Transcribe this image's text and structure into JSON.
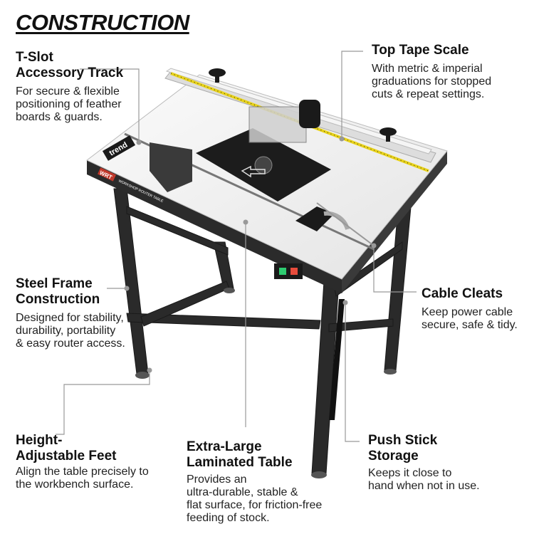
{
  "title": "CONSTRUCTION",
  "product": {
    "brand_logo": "trend",
    "model_badge": "WRT",
    "model_badge_text": "WORKSHOP ROUTER TABLE"
  },
  "callouts": {
    "tslot": {
      "head_1": "T-Slot",
      "head_2": "Accessory Track",
      "body_1": "For secure & flexible",
      "body_2": "positioning of feather",
      "body_3": "boards & guards."
    },
    "tape": {
      "head_1": "Top Tape Scale",
      "body_1": "With metric & imperial",
      "body_2": "graduations for stopped",
      "body_3": "cuts & repeat settings."
    },
    "steel": {
      "head_1": "Steel Frame",
      "head_2": "Construction",
      "body_1": "Designed for stability,",
      "body_2": "durability, portability",
      "body_3": "& easy router access."
    },
    "cable": {
      "head_1": "Cable Cleats",
      "body_1": "Keep power cable",
      "body_2": "secure, safe & tidy."
    },
    "feet": {
      "head_1": "Height-",
      "head_2": "Adjustable Feet",
      "body_1": "Align the table precisely to",
      "body_2": "the workbench surface."
    },
    "table": {
      "head_1": "Extra-Large",
      "head_2": "Laminated Table",
      "body_1": "Provides an",
      "body_2": "ultra-durable, stable &",
      "body_3": "flat surface, for friction-free",
      "body_4": "feeding of stock."
    },
    "push": {
      "head_1": "Push Stick",
      "head_2": "Storage",
      "body_1": "Keeps it close to",
      "body_2": "hand when not in use."
    }
  },
  "colors": {
    "leader": "#999999",
    "frame": "#2a2a2a",
    "table_top": "#f2f2f2",
    "plate": "#1c1c1c",
    "tape": "#e8d21a",
    "badge": "#c0392b"
  }
}
